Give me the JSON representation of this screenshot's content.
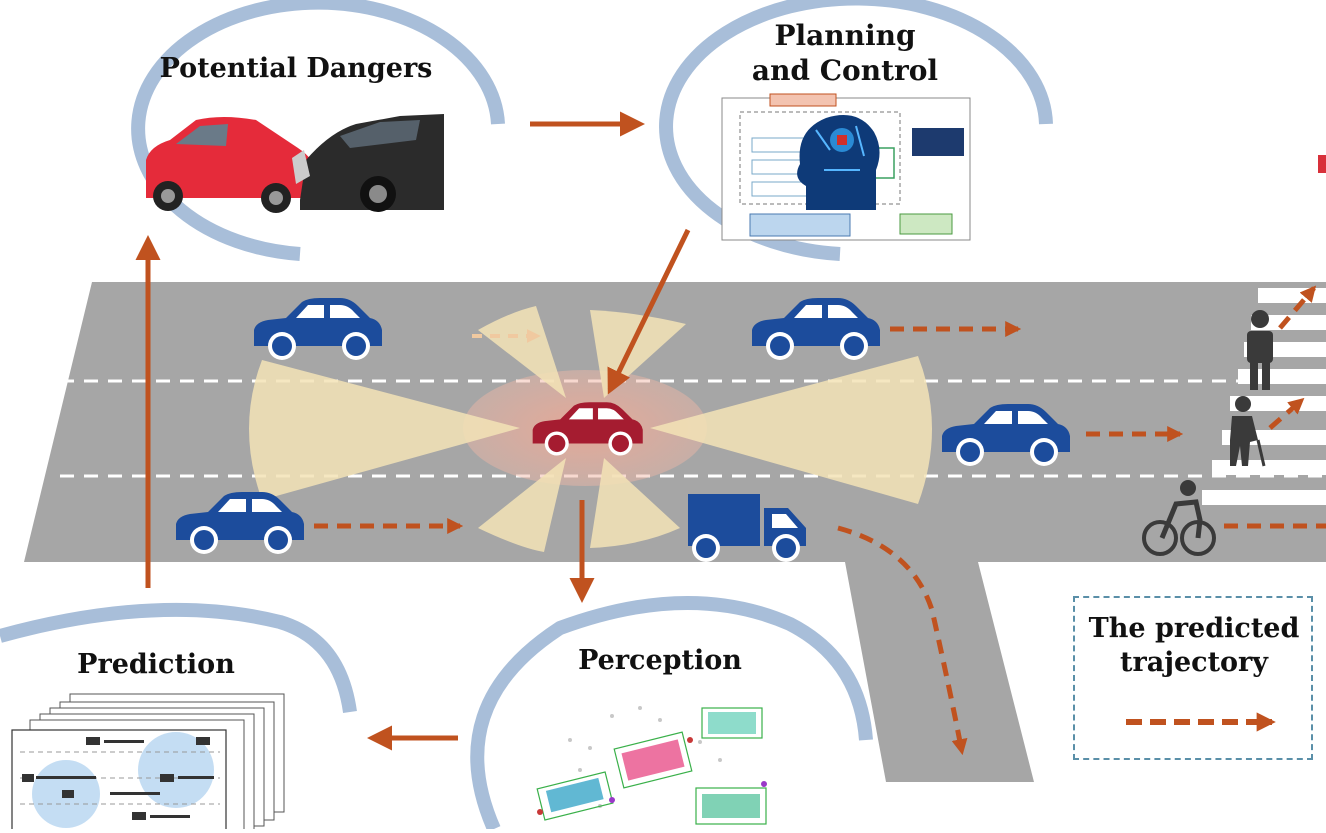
{
  "labels": {
    "potential_dangers": "Potential Dangers",
    "planning_line1": "Planning",
    "planning_line2": "and Control",
    "prediction": "Prediction",
    "perception": "Perception",
    "legend_line1": "The predicted",
    "legend_line2": "trajectory"
  },
  "colors": {
    "road": "#a6a6a6",
    "ego_car": "#a51c30",
    "other_vehicles": "#1c4c9c",
    "arrows": "#c0521f",
    "sensor_cone": "#f3e3b6",
    "sensor_halo": "#f0b7a6",
    "bubble_ring": "#a8bed9",
    "pedestrian": "#3a3a3a",
    "legend_border": "#5a8fa8"
  },
  "icons": [
    "car-icon",
    "truck-icon",
    "pedestrian-icon",
    "elderly-pedestrian-icon",
    "cyclist-icon",
    "crash-image",
    "ai-head-icon",
    "point-cloud-image",
    "prediction-stack-image"
  ]
}
